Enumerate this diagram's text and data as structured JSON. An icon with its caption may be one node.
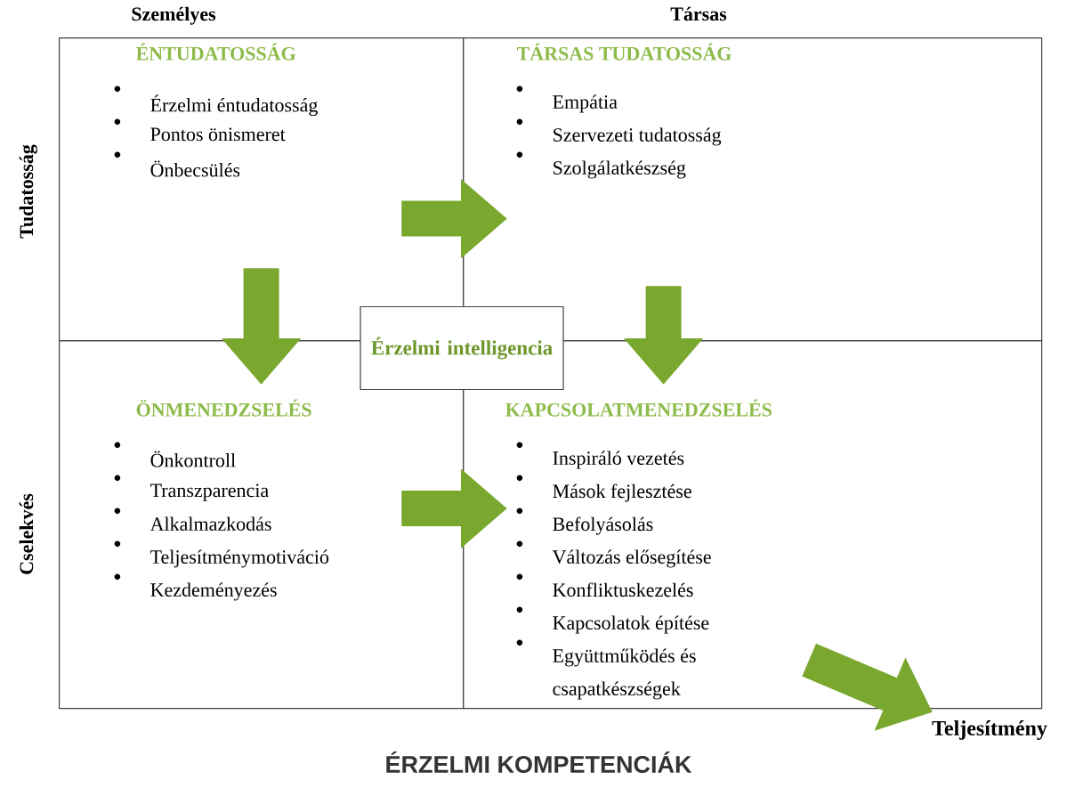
{
  "diagram": {
    "caption": "ÉRZELMI KOMPETENCIÁK",
    "nodes": [
      {
        "text": [
          "ÉNTUDATOSSÁG",
          "Érzelmi éntudatosság",
          "Pontos önismeret",
          "Önbecsülés"
        ]
      },
      {
        "text": [
          "TÁRSAS TUDATOSSÁG",
          "Empátia",
          "Szervezeti tudatosság",
          "Szolgálatkészség"
        ]
      },
      {
        "text": [
          "Érzelmi intelligencia"
        ]
      },
      {
        "text": [
          "ÖNMENEDZSELÉS",
          "Önkontroll",
          "Transzparencia",
          "Alkalmazkodás",
          "Teljesítménymotiváció",
          "Kezdeményezés"
        ]
      },
      {
        "text": [
          "KAPCSOLATMENEDZSELÉS",
          "Inspiráló vezetés",
          "Mások fejlesztése",
          "Befolyásolás",
          "Változás elősegítése",
          "Konfliktuskezelés",
          "Kapcsolatok építése",
          "Együttműködés és csapatkészségek"
        ]
      },
      {
        "text": [
          "Teljesítmény"
        ]
      }
    ],
    "edges": [
      {
        "from": 0,
        "to": 1,
        "arrow": "to"
      },
      {
        "from": 0,
        "to": 3,
        "arrow": "to"
      },
      {
        "from": 1,
        "to": 4,
        "arrow": "to"
      },
      {
        "from": 3,
        "to": 4,
        "arrow": "to"
      },
      {
        "from": 4,
        "to": 5,
        "arrow": "to"
      }
    ],
    "labels": [
      "Személyes",
      "Társas",
      "Tudatosság",
      "Cselekvés"
    ]
  }
}
